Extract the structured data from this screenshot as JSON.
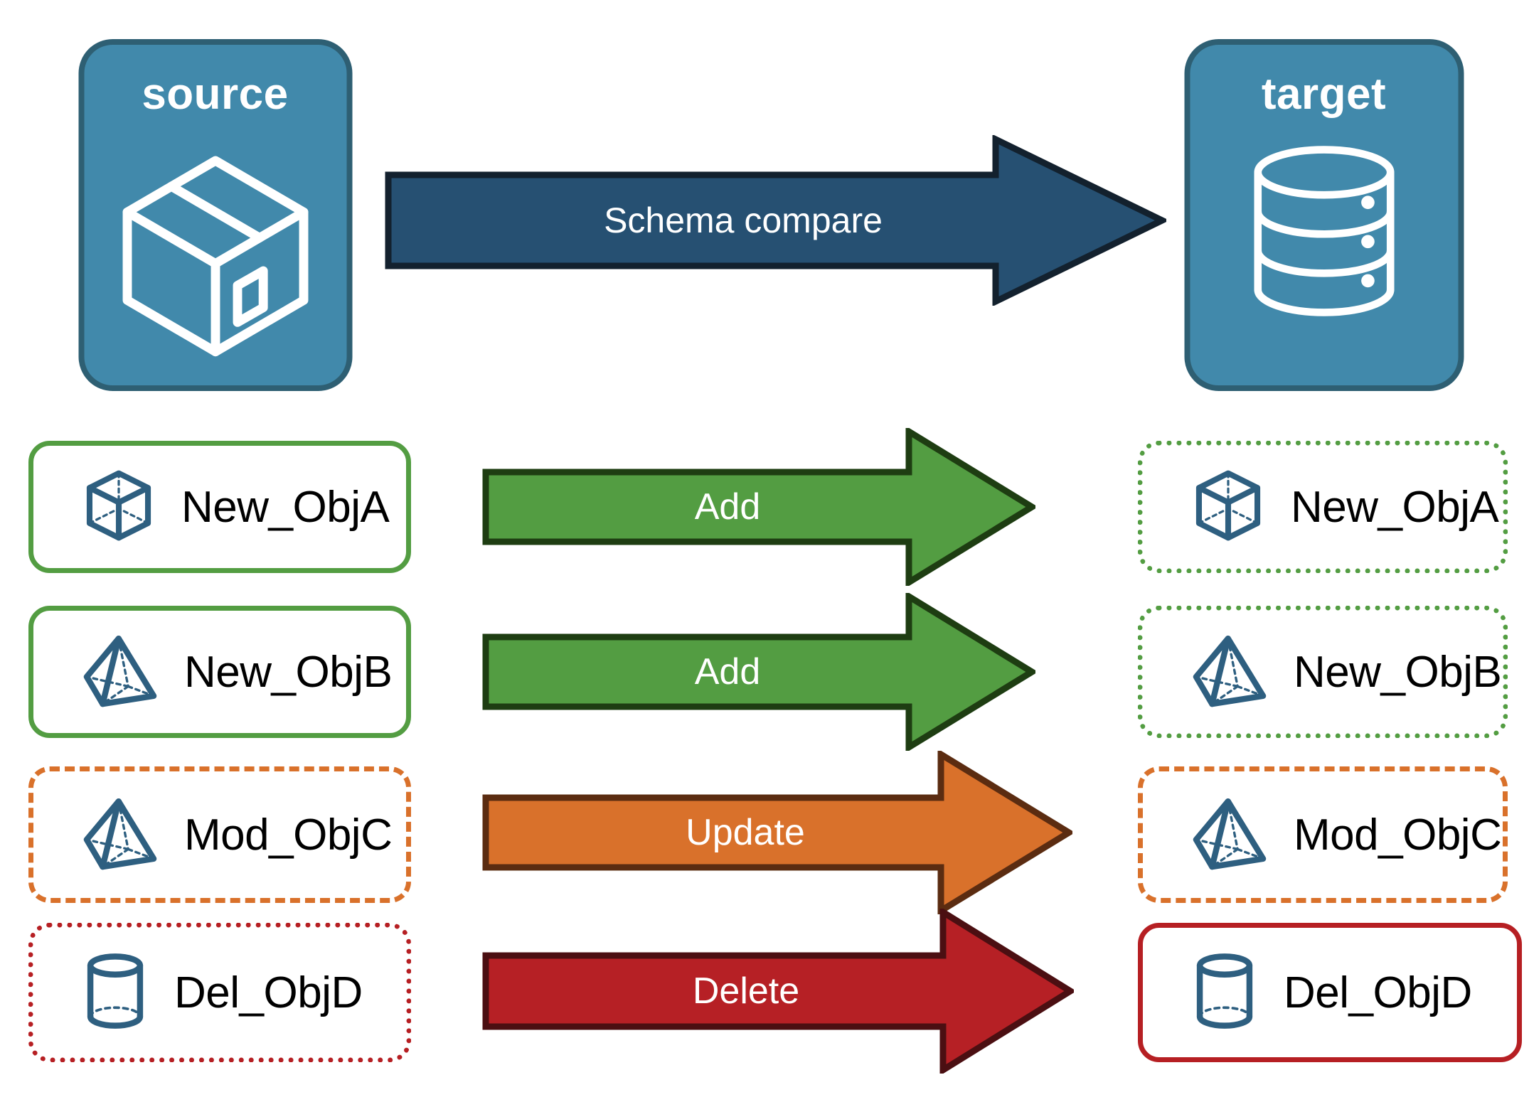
{
  "diagram": {
    "title_source": "source",
    "title_target": "target",
    "compare_label": "Schema compare",
    "colors": {
      "panel_fill": "#4189ab",
      "panel_stroke": "#2e5f73",
      "compare_fill": "#265072",
      "compare_stroke": "#13212e",
      "icon_stroke": "#2e5f80",
      "add_fill": "#539d42",
      "add_stroke": "#1e3d12",
      "update_fill": "#d9712b",
      "update_stroke": "#5b2c11",
      "delete_fill": "#b62025",
      "delete_stroke": "#4b0f12",
      "text_dark": "#000000",
      "text_light": "#ffffff"
    },
    "endpoints": [
      {
        "name": "source",
        "label": "source",
        "icon": "package-box-icon"
      },
      {
        "name": "target",
        "label": "target",
        "icon": "database-cylinder-icon"
      }
    ],
    "rows": [
      {
        "action": "Add",
        "action_icon": "arrow-right-icon",
        "source": {
          "label": "New_ObjA",
          "icon": "wireframe-cube-icon",
          "border": "solid-green"
        },
        "target": {
          "label": "New_ObjA",
          "icon": "wireframe-cube-icon",
          "border": "dotted-green"
        }
      },
      {
        "action": "Add",
        "action_icon": "arrow-right-icon",
        "source": {
          "label": "New_ObjB",
          "icon": "wireframe-pyramid-icon",
          "border": "solid-green"
        },
        "target": {
          "label": "New_ObjB",
          "icon": "wireframe-pyramid-icon",
          "border": "dotted-green"
        }
      },
      {
        "action": "Update",
        "action_icon": "arrow-right-icon",
        "source": {
          "label": "Mod_ObjC",
          "icon": "wireframe-pyramid-icon",
          "border": "dashed-orange"
        },
        "target": {
          "label": "Mod_ObjC",
          "icon": "wireframe-pyramid-icon",
          "border": "dashed-orange"
        }
      },
      {
        "action": "Delete",
        "action_icon": "arrow-right-icon",
        "source": {
          "label": "Del_ObjD",
          "icon": "wireframe-cylinder-icon",
          "border": "dotted-red"
        },
        "target": {
          "label": "Del_ObjD",
          "icon": "wireframe-cylinder-icon",
          "border": "solid-red"
        }
      }
    ]
  }
}
